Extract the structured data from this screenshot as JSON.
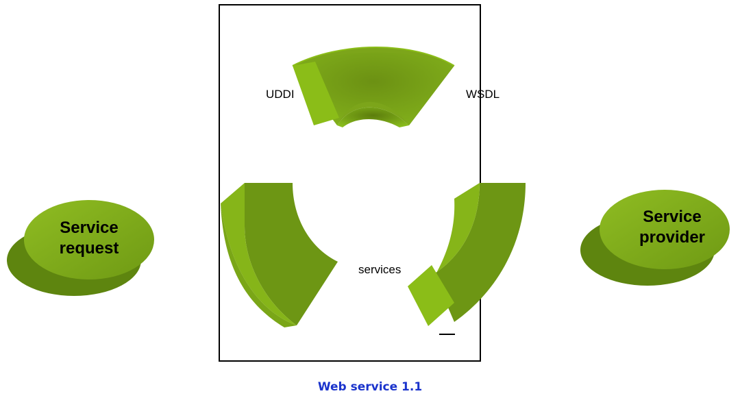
{
  "labels": {
    "uddi": "UDDI",
    "wsdl": "WSDL",
    "services": "services"
  },
  "nodes": {
    "request": {
      "line1": "Service",
      "line2": "request"
    },
    "provider": {
      "line1": "Service",
      "line2": "provider"
    }
  },
  "caption": "Web service 1.1",
  "colors": {
    "green_top": "#7da81a",
    "green_side": "#6b9412",
    "green_end": "#8bbd18",
    "border": "#000000",
    "caption": "#1a33cc"
  }
}
